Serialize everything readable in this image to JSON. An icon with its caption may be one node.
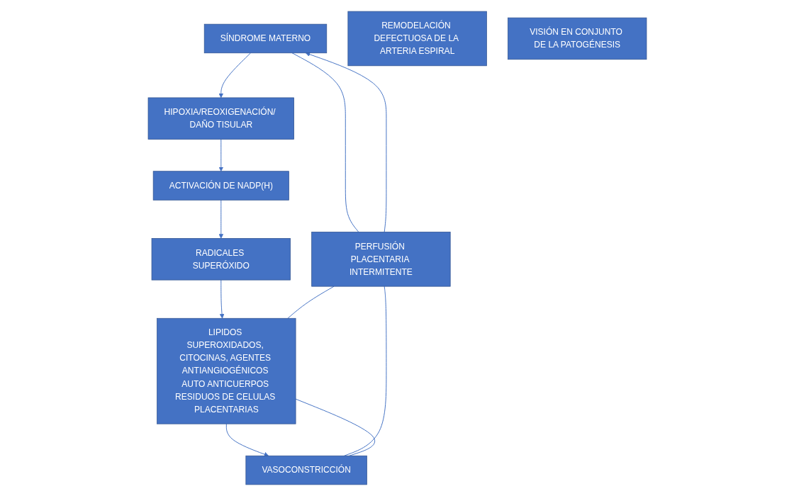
{
  "diagram": {
    "nodes": [
      {
        "text": [
          "SÍNDROME MATERNO"
        ]
      },
      {
        "text": [
          "HIPOXIA/REOXIGENACIÓN/ DAÑO TISULAR"
        ]
      },
      {
        "text": [
          "ACTIVACIÓN DE NADP(H)"
        ]
      },
      {
        "text": [
          "PERFUSIÓN PLACENTARIA INTERMITENTE"
        ]
      },
      {
        "text": [
          "REMODELACIÓN DEFECTUOSA DE LA ARTERIA ESPIRAL"
        ]
      },
      {
        "text": [
          "RADICALES SUPERÓXIDO"
        ]
      },
      {
        "text": [
          "VASOCONSTRICCIÓN"
        ]
      },
      {
        "text": [
          "LIPIDOS SUPEROXIDADOS, CITOCINAS, AGENTES ANTIANGIOGÉNICOS AUTO ANTICUERPOS RESIDUOS DE CELULAS PLACENTARIAS"
        ]
      },
      {
        "text": [
          "VISIÓN EN CONJUNTO DE LA PATOGÉNESIS"
        ]
      }
    ],
    "edges": [
      {
        "from": 0,
        "to": 1,
        "arrow": "to"
      },
      {
        "from": 1,
        "to": 2,
        "arrow": "to"
      },
      {
        "from": 2,
        "to": 5,
        "arrow": "to"
      },
      {
        "from": 5,
        "to": 7,
        "arrow": "to"
      },
      {
        "from": 7,
        "to": 6,
        "arrow": "to"
      },
      {
        "from": 6,
        "to": 7,
        "arrow": "none"
      },
      {
        "from": 3,
        "to": 0,
        "arrow": "to"
      },
      {
        "from": 0,
        "to": 3,
        "arrow": "none"
      },
      {
        "from": 3,
        "to": 6,
        "arrow": "none"
      },
      {
        "from": 3,
        "to": 7,
        "arrow": "none"
      }
    ]
  }
}
